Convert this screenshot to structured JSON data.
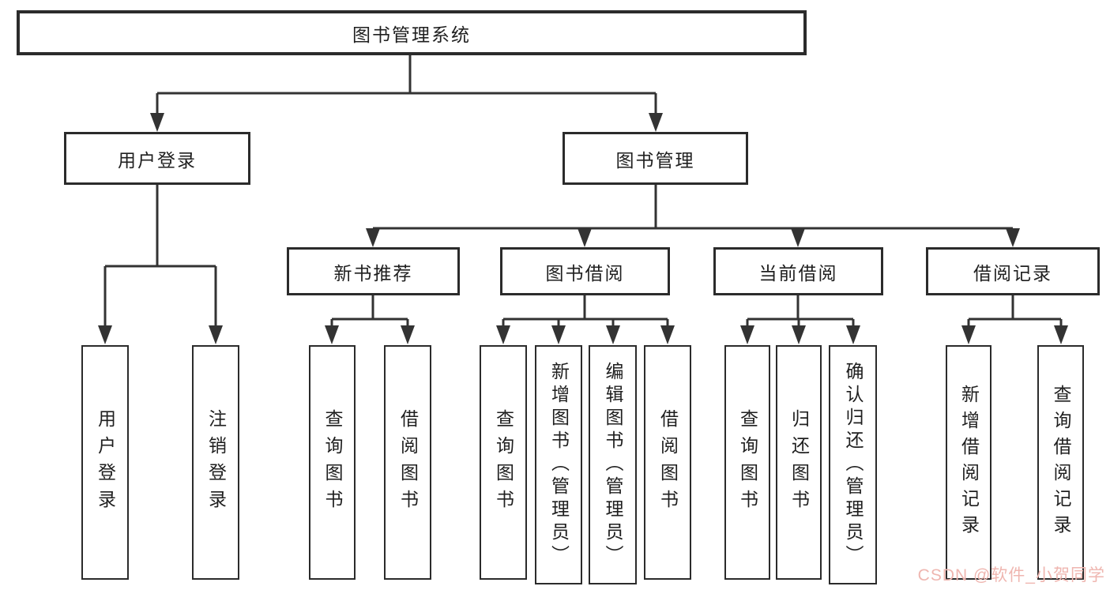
{
  "tree": {
    "root": {
      "label": "图书管理系统"
    },
    "branches": [
      {
        "label": "用户登录",
        "children": [
          {
            "label": "用户登录"
          },
          {
            "label": "注销登录"
          }
        ]
      },
      {
        "label": "图书管理",
        "sections": [
          {
            "label": "新书推荐",
            "children": [
              {
                "label": "查询图书"
              },
              {
                "label": "借阅图书"
              }
            ]
          },
          {
            "label": "图书借阅",
            "children": [
              {
                "label": "查询图书"
              },
              {
                "label": "新增图书（管理员）"
              },
              {
                "label": "编辑图书（管理员）"
              },
              {
                "label": "借阅图书"
              }
            ]
          },
          {
            "label": "当前借阅",
            "children": [
              {
                "label": "查询图书"
              },
              {
                "label": "归还图书"
              },
              {
                "label": "确认归还（管理员）"
              }
            ]
          },
          {
            "label": "借阅记录",
            "children": [
              {
                "label": "新增借阅记录"
              },
              {
                "label": "查询借阅记录"
              }
            ]
          }
        ]
      }
    ]
  },
  "watermark": {
    "text": "CSDN @软件_小贺同学",
    "color": "#efb6b0"
  },
  "colors": {
    "line": "#333333",
    "box_border": "#2b2b2b",
    "text": "#1f1f1f",
    "background": "#ffffff"
  }
}
